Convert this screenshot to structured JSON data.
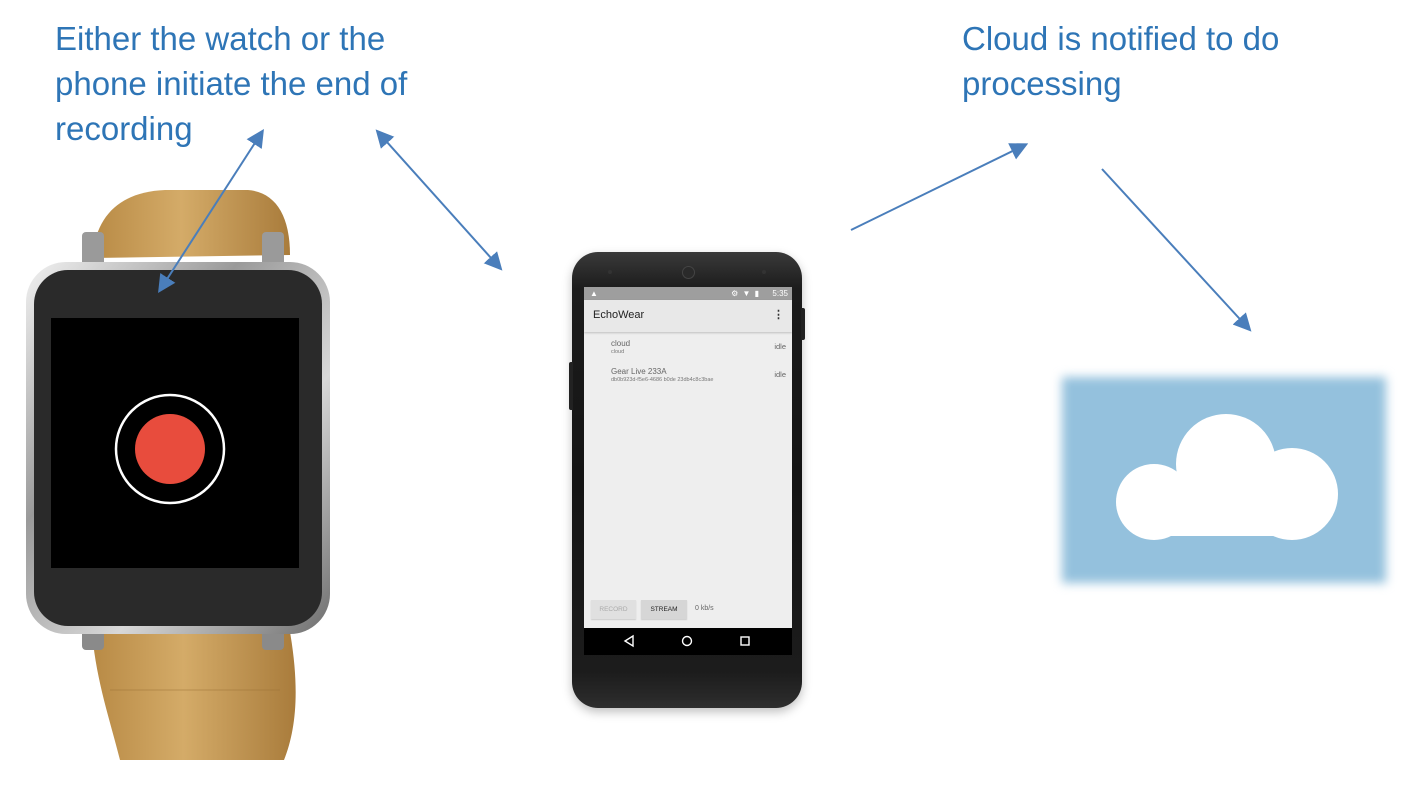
{
  "captions": {
    "left": {
      "line1": "Either the watch or the",
      "line2": "phone initiate the end of",
      "line3": "recording"
    },
    "right": {
      "line1": "Cloud is notified to do",
      "line2": "processing"
    }
  },
  "phone": {
    "status_time": "5:35",
    "app_title": "EchoWear",
    "overflow_icon": "overflow-menu-icon",
    "devices": [
      {
        "name": "cloud",
        "id": "cloud",
        "state": "idle"
      },
      {
        "name": "Gear Live 233A",
        "id": "db0b923d-f5e6-4686 b0de 23db4c8c3bae",
        "state": "idle"
      }
    ],
    "record_label": "RECORD",
    "stream_label": "STREAM",
    "rate": "0 kb/s",
    "nav_icons": [
      "back-icon",
      "home-icon",
      "recents-icon"
    ]
  },
  "watch": {
    "record_icon": "record-icon"
  },
  "cloud": {
    "icon": "cloud-icon"
  },
  "colors": {
    "caption": "#2e75b6",
    "arrow": "#4a7ebb",
    "record_red": "#e84c3d",
    "cloud_panel": "#94c1dd",
    "strap": "#c49a55"
  }
}
